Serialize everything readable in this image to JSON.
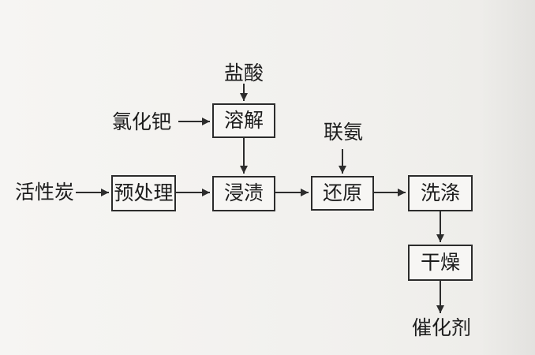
{
  "diagram": {
    "inputs": {
      "hydrochloric_acid": "盐酸",
      "palladium_chloride": "氯化钯",
      "activated_carbon": "活性炭",
      "hydrazine": "联氨"
    },
    "steps": {
      "dissolution": "溶解",
      "pretreatment": "预处理",
      "impregnation": "浸渍",
      "reduction": "还原",
      "washing": "洗涤",
      "drying": "干燥"
    },
    "output": {
      "catalyst": "催化剂"
    },
    "colors": {
      "line": "#2c2c2c",
      "text": "#1d1d1d",
      "box_fill": "#f7f6f4"
    }
  }
}
